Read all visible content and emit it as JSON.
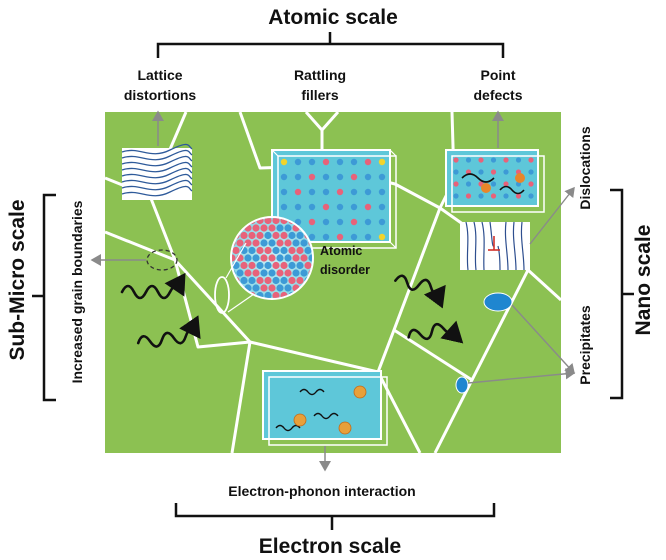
{
  "top_header": "Atomic scale",
  "bottom_header": "Electron scale",
  "left_header": "Sub-Micro scale",
  "right_header": "Nano scale",
  "labels": {
    "lattice_line1": "Lattice",
    "lattice_line2": "distortions",
    "rattling_line1": "Rattling",
    "rattling_line2": "fillers",
    "point_line1": "Point",
    "point_line2": "defects",
    "atomic_line1": "Atomic",
    "atomic_line2": "disorder",
    "grain_boundaries": "Increased grain boundaries",
    "dislocations": "Dislocations",
    "precipitates": "Precipitates",
    "electron_phonon": "Electron-phonon interaction"
  },
  "colors": {
    "grain_green": "#8cc152",
    "boundary": "#ffffff",
    "box_fill": "#5ec7d9",
    "atom_blue": "#3d9ad6",
    "atom_pink": "#e8627a",
    "atom_yellow": "#f2d42a",
    "precipitate": "#1f86d0"
  }
}
